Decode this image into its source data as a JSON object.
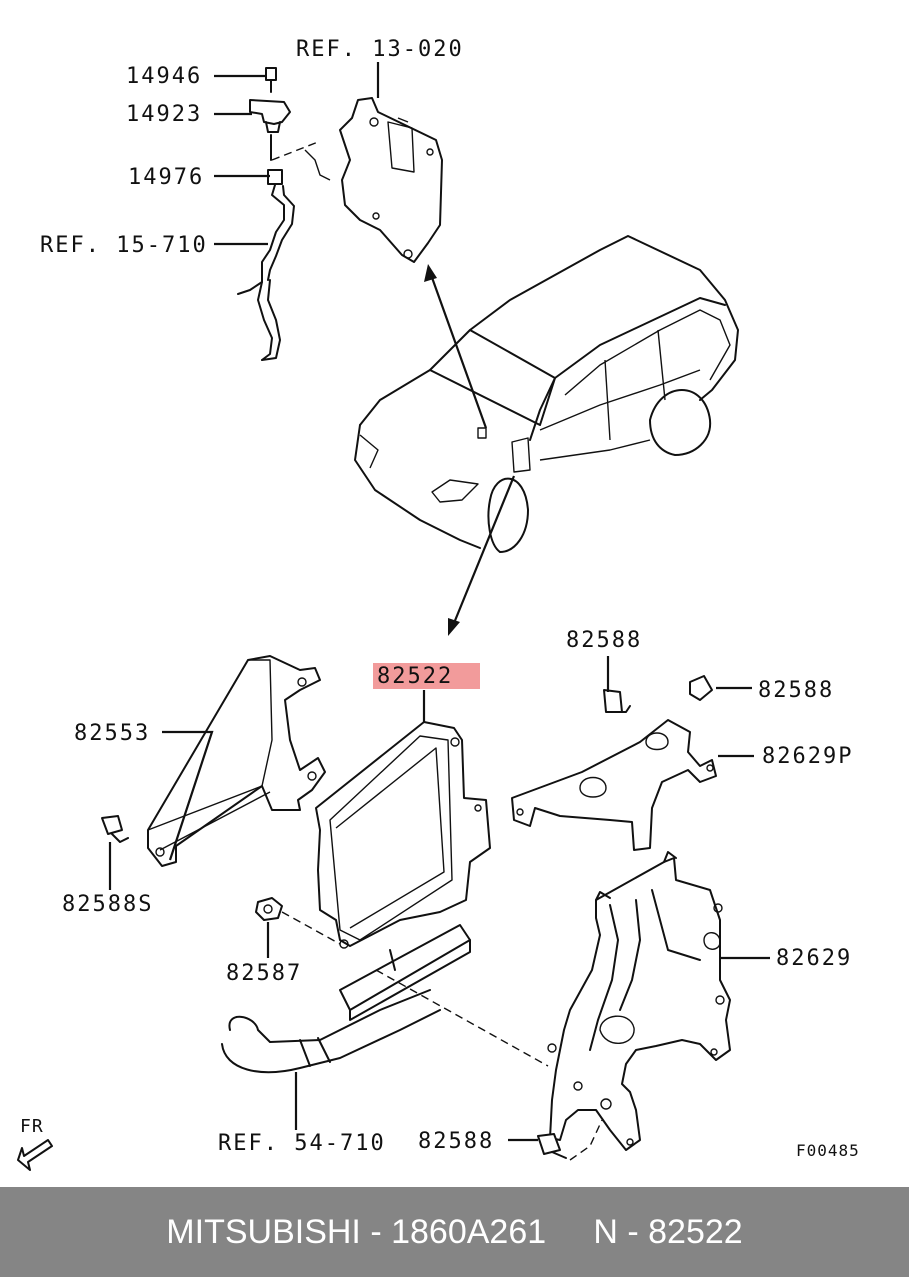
{
  "labels": {
    "ref_13_020": "REF. 13-020",
    "p14946": "14946",
    "p14923": "14923",
    "p14976": "14976",
    "ref_15_710": "REF. 15-710",
    "p82588_top": "82588",
    "p82588_right": "82588",
    "p82522": "82522",
    "p82553": "82553",
    "p82629P": "82629P",
    "p82588S": "82588S",
    "p82587": "82587",
    "p82629": "82629",
    "ref_54_710": "REF. 54-710",
    "p82588_bottom": "82588",
    "fr": "FR",
    "figure_code": "F00485"
  },
  "highlight_color": "#f08a8a",
  "footer": {
    "brand": "MITSUBISHI",
    "part_number": "1860A261",
    "ref_number": "N - 82522"
  },
  "footer_bg": "#858585"
}
